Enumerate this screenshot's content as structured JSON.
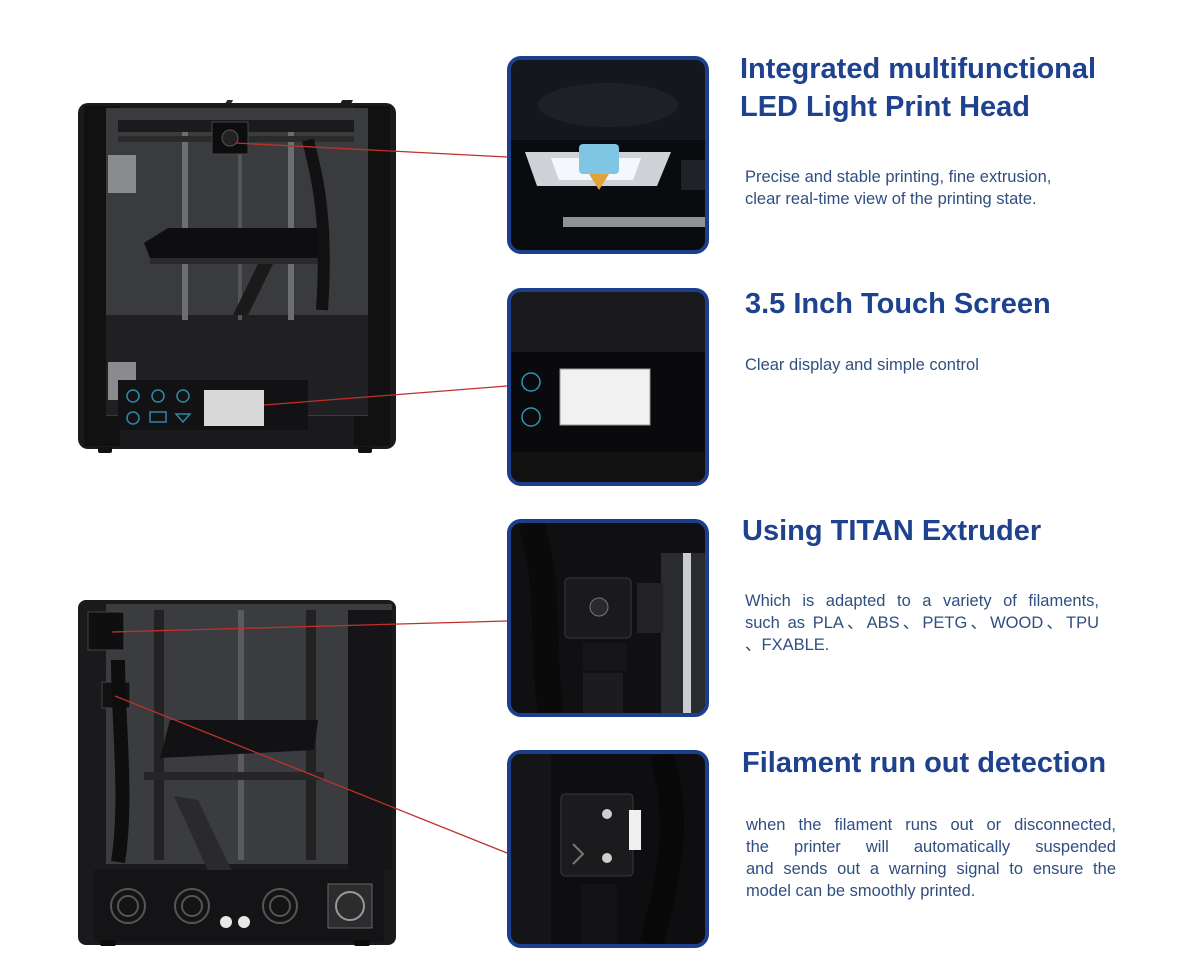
{
  "features": [
    {
      "title_lines": [
        "Integrated multifunctional",
        "LED Light Print Head"
      ],
      "desc_lines": [
        "Precise and stable printing, fine extrusion,",
        "clear real-time view of the printing state."
      ]
    },
    {
      "title_lines": [
        "3.5 Inch Touch Screen"
      ],
      "desc_lines": [
        "Clear display and simple control"
      ]
    },
    {
      "title_lines": [
        "Using TITAN Extruder"
      ],
      "desc_lines": [
        "Which is adapted to a variety of filaments,",
        "such as PLA、ABS、PETG、WOOD、TPU",
        "、FXABLE."
      ]
    },
    {
      "title_lines": [
        "Filament run out detection"
      ],
      "desc_lines": [
        "when the filament runs out or disconnected,",
        "the printer will automatically suspended",
        "and sends out a warning signal to ensure the",
        "model can be smoothly printed."
      ]
    }
  ],
  "colors": {
    "title": "#1e428d",
    "desc": "#2f4f80",
    "frame_border": "#1c3f8c",
    "callout_line": "#c0302a"
  },
  "icons": [
    "led-print-head-image",
    "touch-screen-image",
    "titan-extruder-image",
    "filament-sensor-image",
    "printer-front-image",
    "printer-side-image"
  ]
}
